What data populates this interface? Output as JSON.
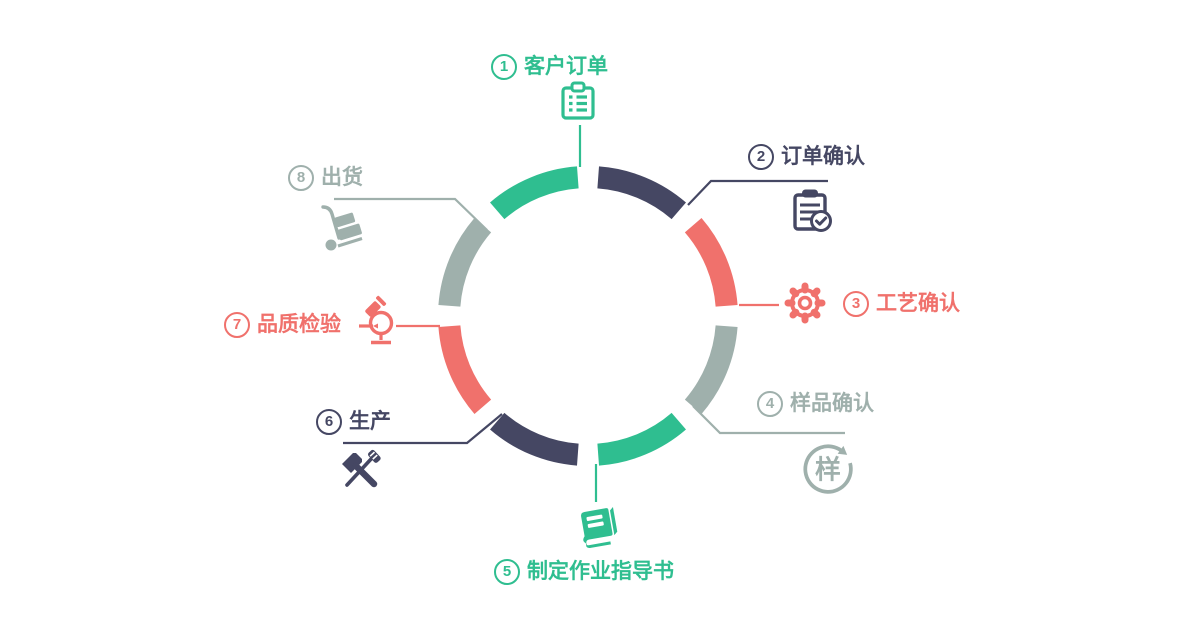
{
  "colors": {
    "green": "#2FBE90",
    "dark": "#454763",
    "coral": "#F0716C",
    "gray": "#9FB0AC"
  },
  "steps": [
    {
      "num": "1",
      "label": "客户订单",
      "color": "green",
      "icon": "order-list-icon"
    },
    {
      "num": "2",
      "label": "订单确认",
      "color": "dark",
      "icon": "clipboard-check-icon"
    },
    {
      "num": "3",
      "label": "工艺确认",
      "color": "coral",
      "icon": "gear-icon"
    },
    {
      "num": "4",
      "label": "样品确认",
      "color": "gray",
      "icon": "sample-cycle-icon",
      "icon_char": "样"
    },
    {
      "num": "5",
      "label": "制定作业指导书",
      "color": "green",
      "icon": "book-icon"
    },
    {
      "num": "6",
      "label": "生产",
      "color": "dark",
      "icon": "tools-icon"
    },
    {
      "num": "7",
      "label": "品质检验",
      "color": "coral",
      "icon": "microscope-icon"
    },
    {
      "num": "8",
      "label": "出货",
      "color": "gray",
      "icon": "trolley-icon"
    }
  ],
  "ring_order_clockwise_from_top": [
    2,
    3,
    4,
    5,
    6,
    7,
    8,
    1
  ]
}
